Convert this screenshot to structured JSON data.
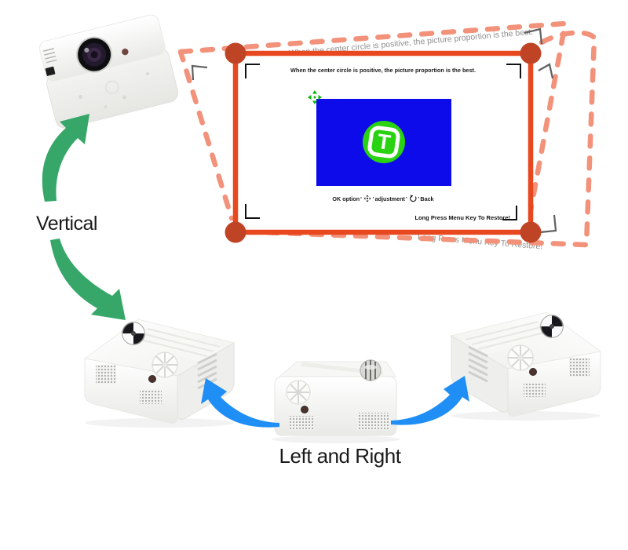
{
  "screen": {
    "caption": "When the center circle is positive, the picture proportion is the best.",
    "ok_line": {
      "prefix": "OK option",
      "quote_open_1": "'",
      "quote_close_1": "'",
      "middle": "adjustment",
      "quote_open_2": "'",
      "quote_close_2": "'",
      "suffix": "Back"
    },
    "restore_text": "Long Press Menu Key To Restore!",
    "logo_letter": "T"
  },
  "labels": {
    "vertical": "Vertical",
    "left_and_right": "Left and Right"
  },
  "icons": {
    "dpad": "dpad-adjust-icon",
    "back": "back-rotate-icon",
    "move_cross": "move-cross-icon",
    "logo": "brand-logo-circle"
  },
  "colors": {
    "frame_red": "#E8481F",
    "corner_dot_red": "#BF4425",
    "ghost_dash_salmon": "#F2927A",
    "screen_blue": "#0D0BEA",
    "logo_green": "#2AD312",
    "arrow_green": "#36A768",
    "arrow_blue": "#1F8EF5",
    "ghost_text_gray": "#8F8F8F"
  }
}
